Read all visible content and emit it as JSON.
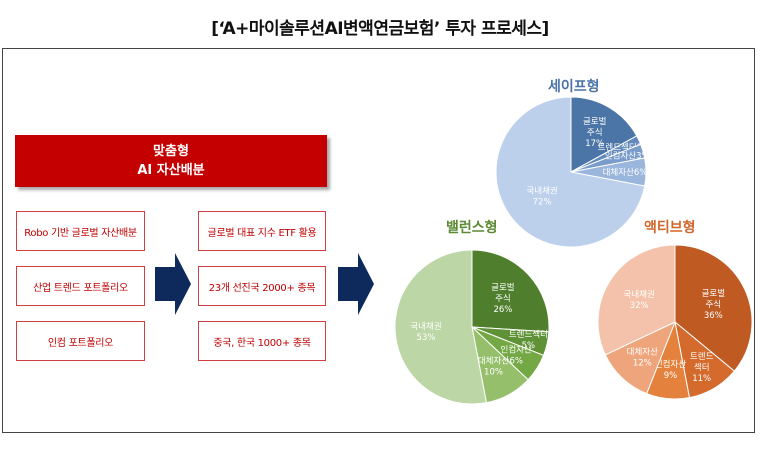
{
  "title": "[‘A+마이솔루션AI변액연금보험’ 투자 프로세스]",
  "banner": {
    "line1": "맞춤형",
    "line2": "AI 자산배분"
  },
  "column1": [
    "Robo 기반 글로벌 자산배분",
    "산업 트렌드 포트폴리오",
    "인컴 포트폴리오"
  ],
  "column2": [
    "글로벌 대표 지수 ETF 활용",
    "23개 선진국 2000+ 종목",
    "중국, 한국 1000+ 종목"
  ],
  "colors": {
    "navy": "#0e2a5c",
    "red": "#c40000"
  },
  "chart_data": [
    {
      "type": "pie",
      "title": "세이프형",
      "title_color": "#4a73a8",
      "slices": [
        {
          "name": "글로벌 주식",
          "value": 17,
          "label": "17%",
          "color": "#4b75a6"
        },
        {
          "name": "트렌드섹터",
          "value": 2,
          "label": "2%",
          "color": "#6088ba"
        },
        {
          "name": "인컴자산",
          "value": 3,
          "label": "3%",
          "color": "#7a9ccb"
        },
        {
          "name": "대체자산",
          "value": 6,
          "label": "6%",
          "color": "#9ab6dc"
        },
        {
          "name": "국내채권",
          "value": 72,
          "label": "72%",
          "color": "#bcd0ec"
        }
      ]
    },
    {
      "type": "pie",
      "title": "밸런스형",
      "title_color": "#5a8a32",
      "slices": [
        {
          "name": "글로벌 주식",
          "value": 26,
          "label": "26%",
          "color": "#4f7f2c"
        },
        {
          "name": "트렌드섹터",
          "value": 5,
          "label": "5%",
          "color": "#5f9236"
        },
        {
          "name": "인컴자산",
          "value": 6,
          "label": "6%",
          "color": "#73a844"
        },
        {
          "name": "대체자산",
          "value": 10,
          "label": "10%",
          "color": "#96bf6c"
        },
        {
          "name": "국내채권",
          "value": 53,
          "label": "53%",
          "color": "#bcd6a6"
        }
      ]
    },
    {
      "type": "pie",
      "title": "액티브형",
      "title_color": "#d0662a",
      "slices": [
        {
          "name": "글로벌 주식",
          "value": 36,
          "label": "36%",
          "color": "#bf5a22"
        },
        {
          "name": "트렌드 섹터",
          "value": 11,
          "label": "11%",
          "color": "#d46b2c"
        },
        {
          "name": "인컴자산",
          "value": 9,
          "label": "9%",
          "color": "#e4813c"
        },
        {
          "name": "대체자산",
          "value": 12,
          "label": "12%",
          "color": "#eea57c"
        },
        {
          "name": "국내채권",
          "value": 32,
          "label": "32%",
          "color": "#f4c2aa"
        }
      ]
    }
  ]
}
